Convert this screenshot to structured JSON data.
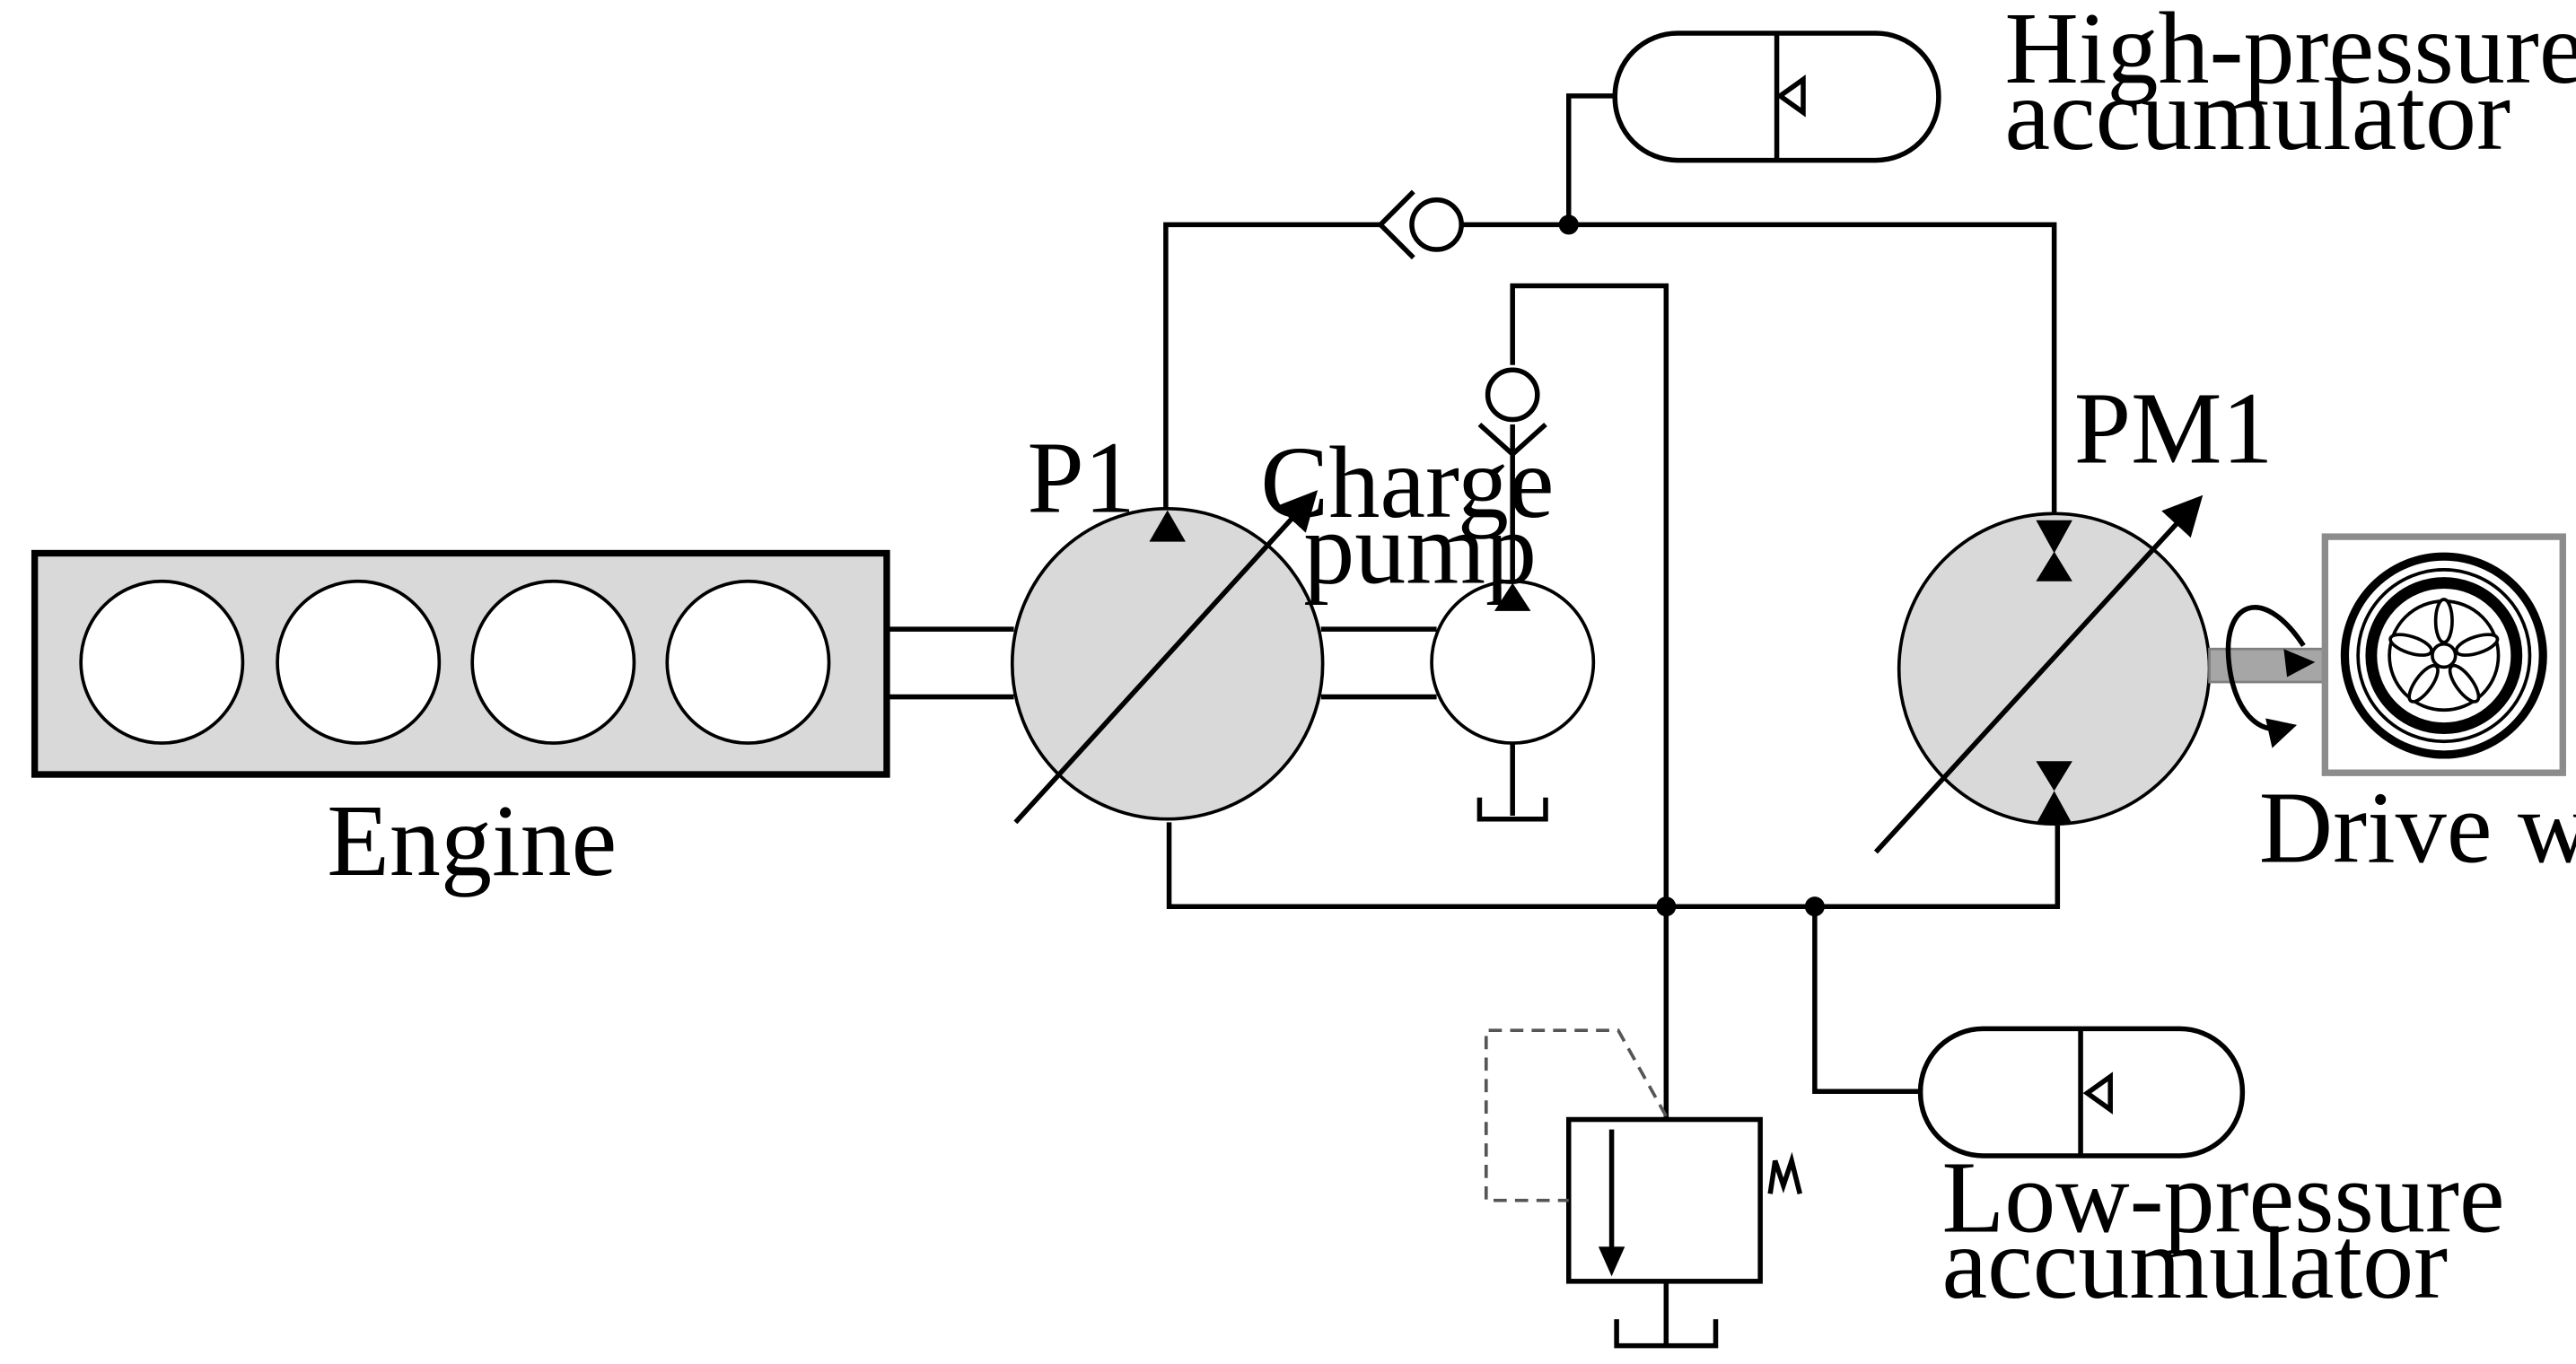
{
  "labels": {
    "high_pressure_accumulator": [
      "High-pressure",
      "accumulator"
    ],
    "low_pressure_accumulator": [
      "Low-pressure",
      "accumulator"
    ],
    "p1": "P1",
    "charge_pump": [
      "Charge",
      "pump"
    ],
    "pm1": "PM1",
    "engine": "Engine",
    "drive_wheels": "Drive wheels"
  },
  "colors": {
    "component_fill": "#d9d9d9",
    "line": "#000000",
    "wheel_frame": "#8c8c8c",
    "dashed_pilot": "#555555"
  }
}
